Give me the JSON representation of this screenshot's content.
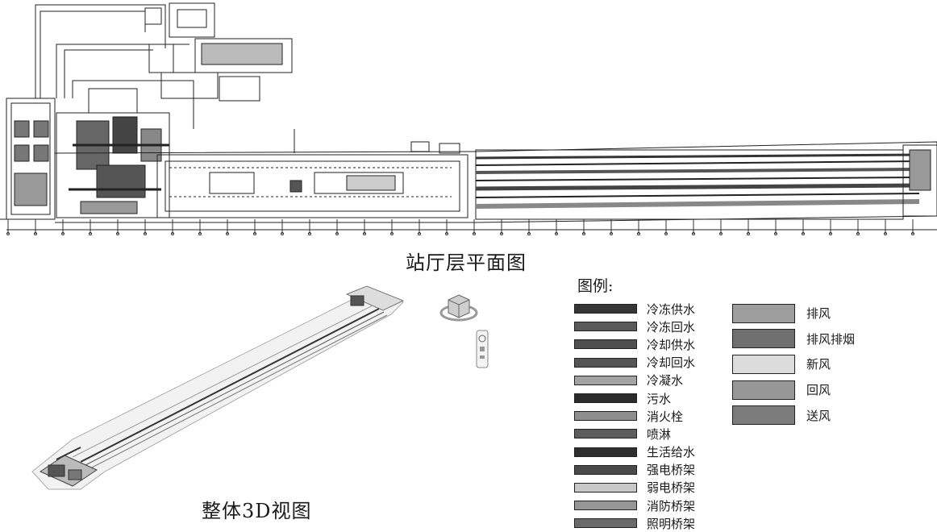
{
  "plan": {
    "title": "站厅层平面图"
  },
  "iso": {
    "title": "整体3D视图"
  },
  "legend": {
    "title": "图例:",
    "left": [
      {
        "label": "冷冻供水",
        "color": "#363636"
      },
      {
        "label": "冷冻回水",
        "color": "#5a5a5a"
      },
      {
        "label": "冷却供水",
        "color": "#4f4f4f"
      },
      {
        "label": "冷却回水",
        "color": "#555555"
      },
      {
        "label": "冷凝水",
        "color": "#a3a3a3"
      },
      {
        "label": "污水",
        "color": "#2b2b2b"
      },
      {
        "label": "消火栓",
        "color": "#8e8e8e"
      },
      {
        "label": "喷淋",
        "color": "#5d5d5d"
      },
      {
        "label": "生活给水",
        "color": "#2f2f2f"
      },
      {
        "label": "强电桥架",
        "color": "#4a4a4a"
      },
      {
        "label": "弱电桥架",
        "color": "#c8c8c8"
      },
      {
        "label": "消防桥架",
        "color": "#969696"
      },
      {
        "label": "照明桥架",
        "color": "#6a6a6a"
      }
    ],
    "right": [
      {
        "label": "排风",
        "color": "#9e9e9e"
      },
      {
        "label": "排风排烟",
        "color": "#6f6f6f"
      },
      {
        "label": "新风",
        "color": "#dcdcdc"
      },
      {
        "label": "回风",
        "color": "#979797"
      },
      {
        "label": "送风",
        "color": "#7c7c7c"
      }
    ]
  }
}
